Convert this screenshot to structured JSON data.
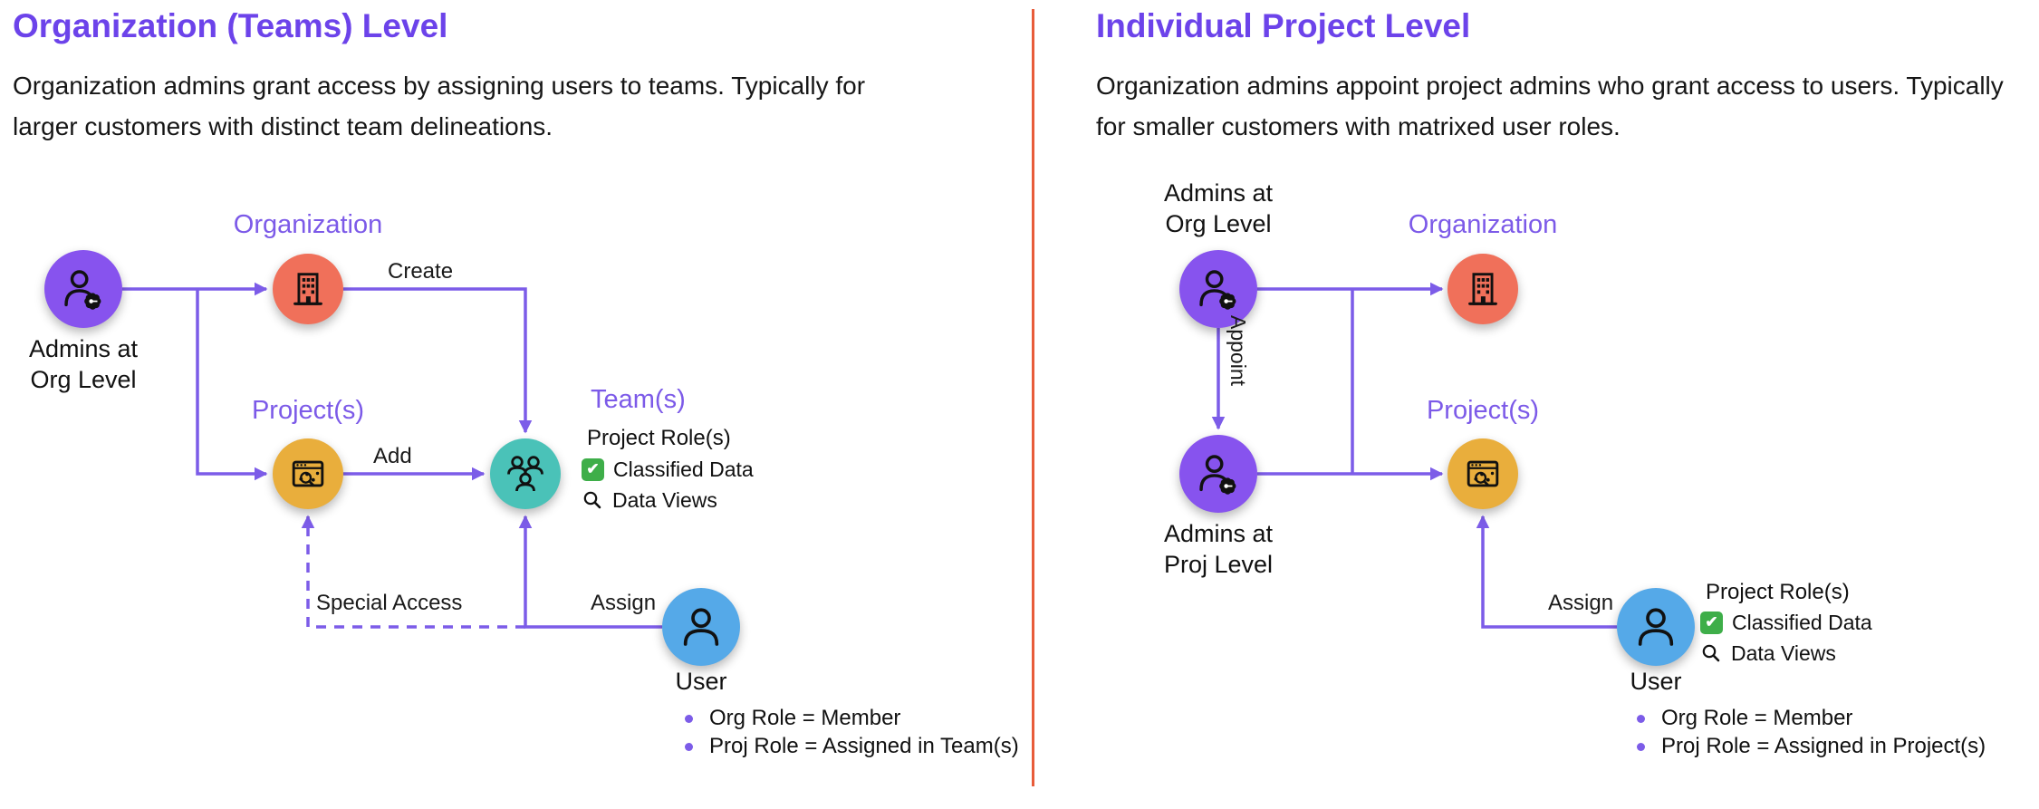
{
  "left": {
    "title": "Organization (Teams) Level",
    "description": "Organization admins grant access by assigning users to teams. Typically for larger customers with distinct team delineations.",
    "admin_label": "Admins at\nOrg Level",
    "organization_label": "Organization",
    "projects_label": "Project(s)",
    "teams_label": "Team(s)",
    "user_label": "User",
    "edge_create": "Create",
    "edge_add": "Add",
    "edge_assign": "Assign",
    "edge_special": "Special Access",
    "role_title": "Project Role(s)",
    "role_items": [
      "Classified Data",
      "Data Views"
    ],
    "notes": [
      "Org Role = Member",
      "Proj Role = Assigned in Team(s)"
    ]
  },
  "right": {
    "title": "Individual Project Level",
    "description": "Organization admins appoint project admins who grant access to users. Typically for smaller customers with matrixed user roles.",
    "admin_org_label": "Admins at\nOrg Level",
    "admin_proj_label": "Admins at\nProj Level",
    "organization_label": "Organization",
    "projects_label": "Project(s)",
    "user_label": "User",
    "edge_appoint": "Appoint",
    "edge_assign": "Assign",
    "role_title": "Project Role(s)",
    "role_items": [
      "Classified Data",
      "Data Views"
    ],
    "notes": [
      "Org Role = Member",
      "Proj Role = Assigned in Project(s)"
    ]
  },
  "colors": {
    "heading_purple": "#6C43EA",
    "label_purple": "#7C5AE8",
    "arrow_purple": "#7C5CE8",
    "node_admin_purple": "#8753EE",
    "node_org_orange": "#F0705A",
    "node_project_amber": "#E9AE3C",
    "node_team_teal": "#4AC2B8",
    "node_user_blue": "#55A9E8",
    "divider_orange": "#E85C3A",
    "check_green": "#3EAE49"
  }
}
